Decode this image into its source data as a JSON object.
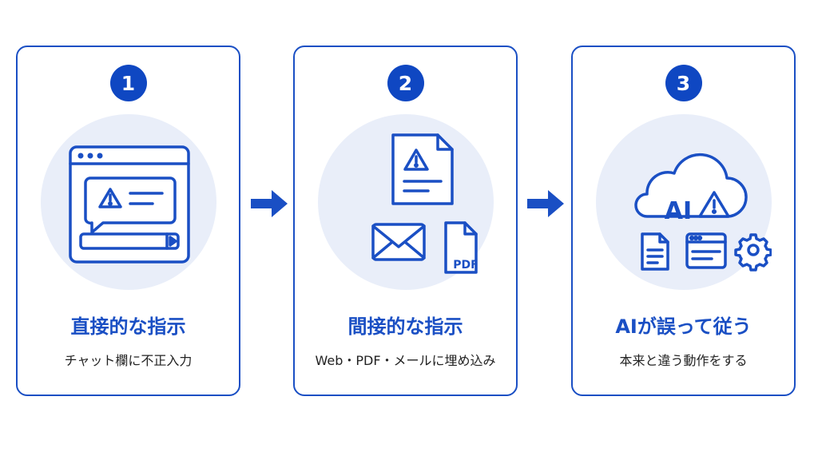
{
  "steps": [
    {
      "number": "1",
      "title": "直接的な指示",
      "subtitle": "チャット欄に不正入力"
    },
    {
      "number": "2",
      "title": "間接的な指示",
      "subtitle": "Web・PDF・メールに埋め込み",
      "doc_label": "PDF"
    },
    {
      "number": "3",
      "title": "AIが誤って従う",
      "subtitle": "本来と違う動作をする",
      "cloud_label": "AI"
    }
  ],
  "icons": {
    "step1": "chat-window-warning-icon",
    "step2": [
      "warning-document-icon",
      "envelope-icon",
      "pdf-file-icon"
    ],
    "step3": [
      "ai-cloud-icon",
      "warning-icon",
      "document-icon",
      "browser-window-icon",
      "gear-icon"
    ],
    "flow": "arrow-right-icon"
  },
  "colors": {
    "accent": "#1a4fc4",
    "badge": "#0f47c2",
    "circle": "#e9eef9"
  }
}
